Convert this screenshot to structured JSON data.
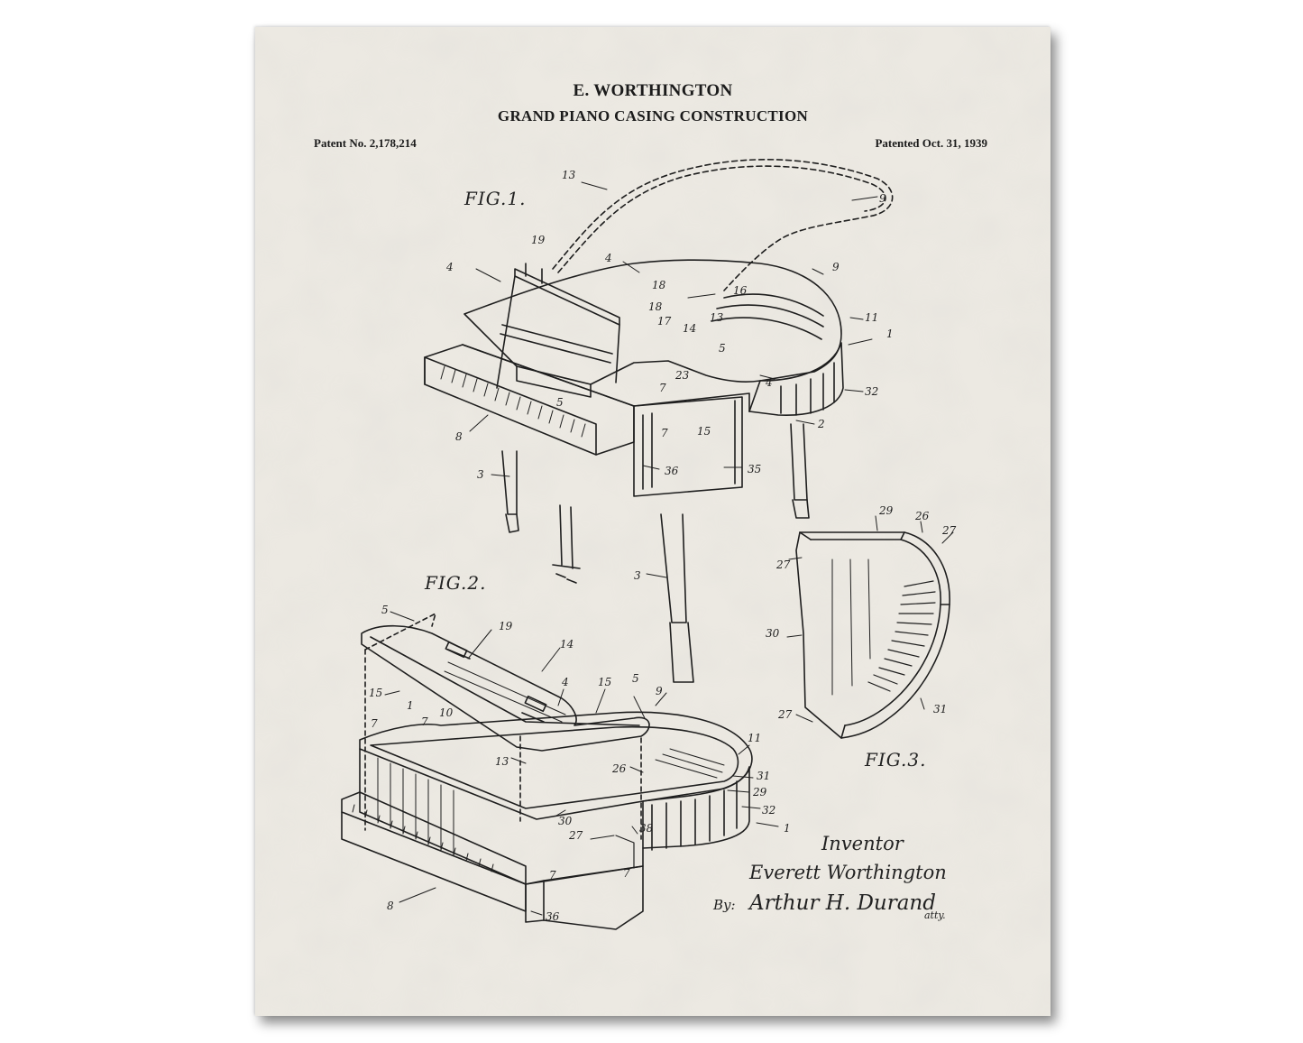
{
  "header": {
    "inventor_name": "E. WORTHINGTON",
    "title": "GRAND PIANO CASING CONSTRUCTION",
    "patent_number": "Patent No. 2,178,214",
    "patent_date": "Patented Oct. 31, 1939"
  },
  "figures": {
    "fig1": {
      "label": "FIG.1.",
      "callouts": [
        "13",
        "9",
        "19",
        "4",
        "4",
        "18",
        "16",
        "9",
        "18",
        "17",
        "14",
        "13",
        "11",
        "1",
        "5",
        "32",
        "23",
        "5",
        "4",
        "7",
        "8",
        "7",
        "15",
        "2",
        "3",
        "36",
        "35",
        "3"
      ]
    },
    "fig2": {
      "label": "FIG.2.",
      "callouts": [
        "5",
        "19",
        "14",
        "15",
        "4",
        "15",
        "5",
        "9",
        "7",
        "1",
        "7",
        "10",
        "11",
        "13",
        "26",
        "31",
        "29",
        "32",
        "30",
        "27",
        "38",
        "1",
        "7",
        "7",
        "8",
        "36"
      ]
    },
    "fig3": {
      "label": "FIG.3.",
      "callouts": [
        "29",
        "26",
        "27",
        "27",
        "30",
        "27",
        "31"
      ]
    }
  },
  "signatures": {
    "inventor_label": "Inventor",
    "inventor_name": "Everett Worthington",
    "by_label": "By:",
    "attorney_name": "Arthur H. Durand",
    "attorney_abbr": "atty."
  },
  "colors": {
    "paper": "#e9e6df",
    "ink": "#1b1b1b",
    "background": "#ffffff"
  }
}
